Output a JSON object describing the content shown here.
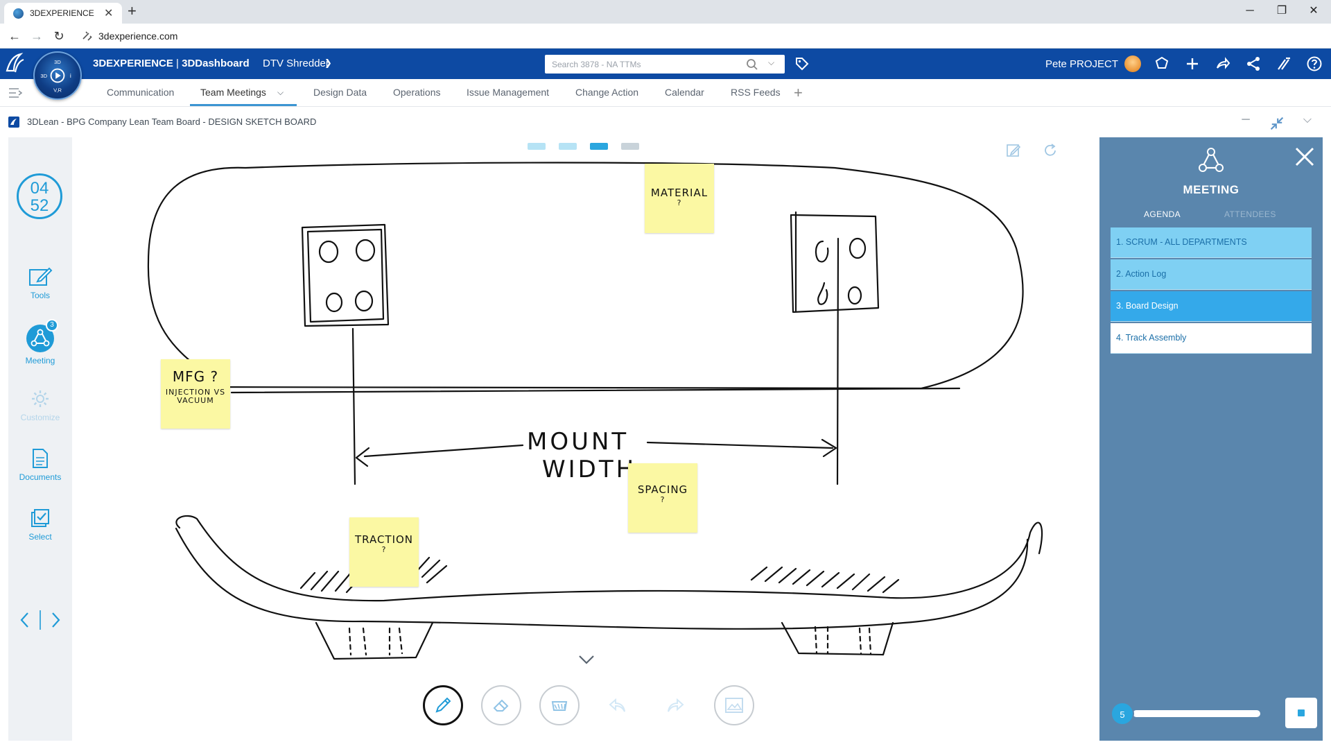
{
  "browser": {
    "tab_title": "3DEXPERIENCE",
    "url": "3dexperience.com"
  },
  "topbar": {
    "brand": "3DEXPERIENCE",
    "separator": " | ",
    "app": "3DDashboard",
    "dashboard": "DTV Shredder",
    "search_placeholder": "Search 3878 - NA TTMs",
    "user": "Pete PROJECT",
    "compass_quadrants": {
      "top": "3D",
      "left": "3D",
      "center": "▶",
      "right": "i",
      "bottom": "V,R"
    }
  },
  "app_tabs": [
    {
      "label": "Communication",
      "active": false
    },
    {
      "label": "Team Meetings",
      "active": true
    },
    {
      "label": "Design Data",
      "active": false
    },
    {
      "label": "Operations",
      "active": false
    },
    {
      "label": "Issue Management",
      "active": false
    },
    {
      "label": "Change Action",
      "active": false
    },
    {
      "label": "Calendar",
      "active": false
    },
    {
      "label": "RSS Feeds",
      "active": false
    }
  ],
  "widget": {
    "title": "3DLean - BPG Company Lean Team Board - DESIGN SKETCH BOARD"
  },
  "leftrail": {
    "timer_minutes": "04",
    "timer_seconds": "52",
    "items": [
      {
        "label": "Tools",
        "icon": "tools-icon",
        "enabled": true
      },
      {
        "label": "Meeting",
        "icon": "meeting-icon",
        "enabled": true,
        "badge": "3"
      },
      {
        "label": "Customize",
        "icon": "gear-icon",
        "enabled": false
      },
      {
        "label": "Documents",
        "icon": "document-icon",
        "enabled": true
      },
      {
        "label": "Select",
        "icon": "select-icon",
        "enabled": true
      }
    ]
  },
  "canvas": {
    "page_count": 4,
    "current_page": 3,
    "sketch_text": {
      "mount": "MOUNT",
      "width": "WIDTH"
    },
    "stickies": [
      {
        "id": "material",
        "main": "MATERIAL",
        "sub": "?"
      },
      {
        "id": "mfg",
        "main": "MFG ?",
        "sub": "INJECTION VS VACUUM"
      },
      {
        "id": "spacing",
        "main": "SPACING",
        "sub": "?"
      },
      {
        "id": "traction",
        "main": "TRACTION",
        "sub": "?"
      }
    ],
    "tools": [
      "pen-icon",
      "eraser-icon",
      "cleaning-icon",
      "undo-icon",
      "redo-icon",
      "image-icon"
    ],
    "active_tool": "pen-icon"
  },
  "meeting_panel": {
    "title": "MEETING",
    "tabs": [
      {
        "label": "AGENDA",
        "active": true
      },
      {
        "label": "ATTENDEES",
        "active": false
      }
    ],
    "agenda": [
      {
        "label": "1. SCRUM - ALL DEPARTMENTS",
        "state": "done"
      },
      {
        "label": "2. Action Log",
        "state": "done"
      },
      {
        "label": "3. Board Design",
        "state": "current"
      },
      {
        "label": "4. Track Assembly",
        "state": "upcoming"
      }
    ],
    "slider_value": "5"
  },
  "colors": {
    "topbar": "#0d4aa3",
    "accent": "#1f9bd7",
    "panel": "#5a86ad",
    "agenda_done": "#7fd0f3",
    "agenda_current": "#34a9ea",
    "sticky": "#fbf8a3"
  }
}
